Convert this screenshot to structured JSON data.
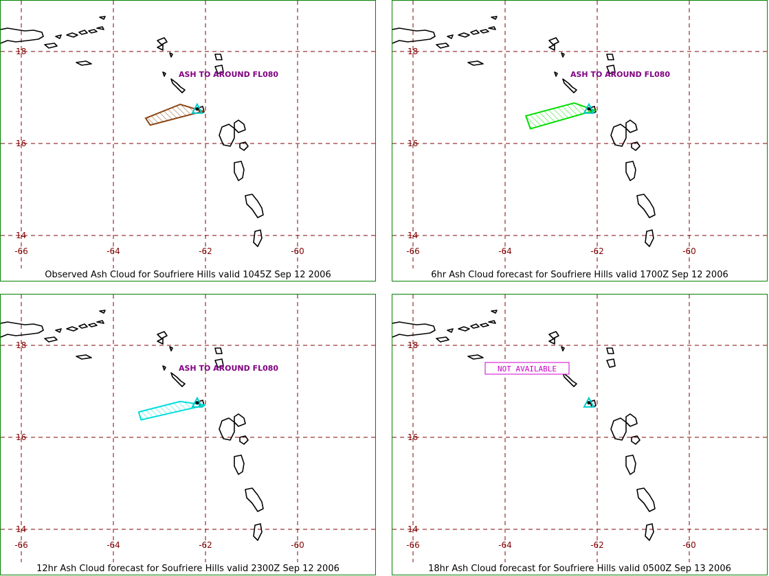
{
  "panels": [
    {
      "title": "Observed Ash Cloud for Soufriere  Hills valid 1045Z Sep 12 2006",
      "annotation": "ASH TO AROUND FL080",
      "ash_color": "#8b4513",
      "ash_polygon_lonlat": [
        [
          -63.3,
          16.55
        ],
        [
          -62.55,
          16.85
        ],
        [
          -62.05,
          16.7
        ],
        [
          -63.2,
          16.4
        ]
      ],
      "volcano": {
        "lon": -62.18,
        "lat": 16.72,
        "icon": "volcano-triangle-icon"
      }
    },
    {
      "title": "6hr Ash Cloud forecast for Soufriere  Hills valid 1700Z Sep 12 2006",
      "annotation": "ASH TO AROUND FL080",
      "ash_color": "#00dd00",
      "ash_polygon_lonlat": [
        [
          -63.55,
          16.6
        ],
        [
          -62.5,
          16.88
        ],
        [
          -62.05,
          16.72
        ],
        [
          -63.45,
          16.32
        ]
      ],
      "volcano": {
        "lon": -62.18,
        "lat": 16.72,
        "icon": "volcano-triangle-icon"
      }
    },
    {
      "title": "12hr Ash Cloud forecast for Soufriere  Hills valid 2300Z Sep 12 2006",
      "annotation": "ASH TO AROUND FL080",
      "ash_color": "#00dddd",
      "ash_polygon_lonlat": [
        [
          -63.45,
          16.55
        ],
        [
          -62.55,
          16.78
        ],
        [
          -62.0,
          16.7
        ],
        [
          -63.4,
          16.38
        ]
      ],
      "volcano": {
        "lon": -62.18,
        "lat": 16.72,
        "icon": "volcano-triangle-icon"
      }
    },
    {
      "title": "18hr Ash Cloud forecast for Soufriere  Hills valid 0500Z Sep 13 2006",
      "annotation": "NOT AVAILABLE",
      "ash_color": null,
      "ash_polygon_lonlat": null,
      "volcano": {
        "lon": -62.18,
        "lat": 16.72,
        "icon": "volcano-triangle-icon"
      }
    }
  ],
  "map": {
    "lon_range": [
      -66.1,
      -58.3
    ],
    "lat_range": [
      13.6,
      19.0
    ],
    "lon_ticks": [
      -66,
      -64,
      -62,
      -60
    ],
    "lat_ticks": [
      18,
      16,
      14
    ],
    "lon_tick_labels": [
      "-66",
      "-64",
      "-62",
      "-60"
    ],
    "lat_tick_labels": [
      "18",
      "16",
      "14"
    ],
    "grid_color": "#800000",
    "frame_color": "#008000"
  }
}
